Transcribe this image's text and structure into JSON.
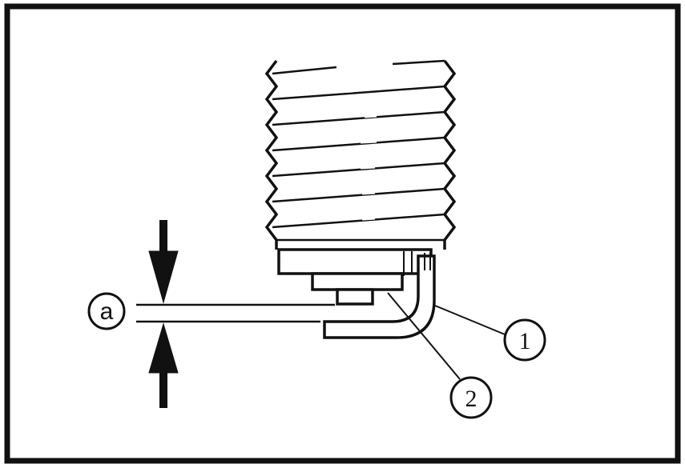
{
  "diagram": {
    "dimension_label": "a",
    "callouts": [
      {
        "label": "1",
        "target": "ground-electrode"
      },
      {
        "label": "2",
        "target": "center-electrode"
      }
    ]
  },
  "colors": {
    "line": "#111111",
    "background": "#ffffff",
    "frame": "#111111"
  }
}
